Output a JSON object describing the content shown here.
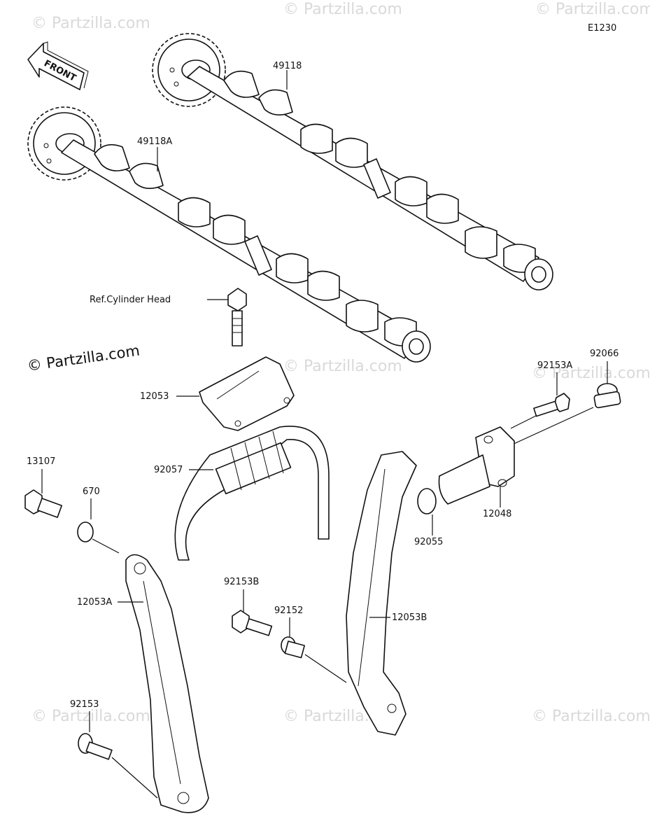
{
  "diagram": {
    "code": "E1230",
    "front_label": "FRONT",
    "watermark_main": "© Partzilla.com",
    "watermark_faint": "© Partzilla.com",
    "ref_note": "Ref.Cylinder Head",
    "labels": {
      "p49118": "49118",
      "p49118A": "49118A",
      "p12053": "12053",
      "p92057": "92057",
      "p13107": "13107",
      "p670": "670",
      "p12053A": "12053A",
      "p92153B": "92153B",
      "p92152": "92152",
      "p12053B": "12053B",
      "p92153": "92153",
      "p92153A": "92153A",
      "p92066": "92066",
      "p12048": "12048",
      "p92055": "92055"
    }
  }
}
